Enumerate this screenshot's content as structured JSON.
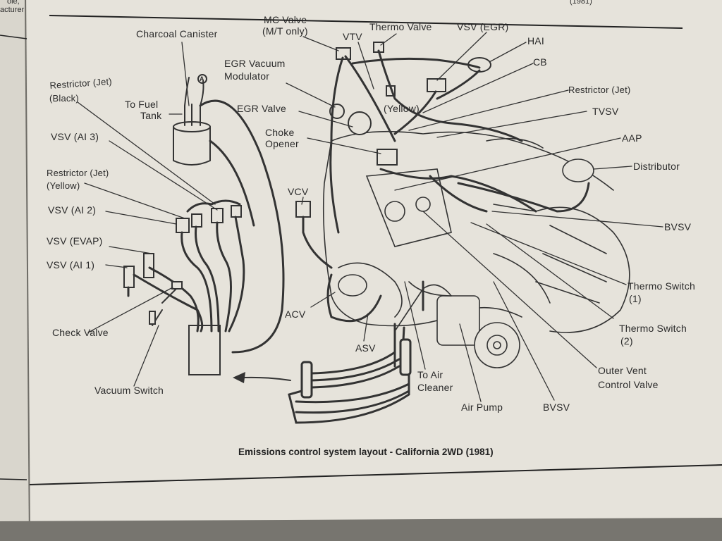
{
  "page_edge": {
    "left_text_1": "ole,",
    "left_text_2": "acturer",
    "top_right_text": "(1981)"
  },
  "caption": "Emissions control system layout - California 2WD (1981)",
  "labels": {
    "charcoal_canister": "Charcoal Canister",
    "to_fuel_tank_1": "To Fuel",
    "to_fuel_tank_2": "Tank",
    "restrictor_black_1": "Restrictor (Jet)",
    "restrictor_black_2": "(Black)",
    "vsv_ai3": "VSV (AI 3)",
    "restrictor_yellow_1": "Restrictor (Jet)",
    "restrictor_yellow_2": "(Yellow)",
    "vsv_ai2": "VSV (AI 2)",
    "vsv_evap": "VSV (EVAP)",
    "vsv_ai1": "VSV (AI 1)",
    "check_valve": "Check Valve",
    "vacuum_switch": "Vacuum Switch",
    "mc_valve_1": "MC Valve",
    "mc_valve_2": "(M/T only)",
    "vtv": "VTV",
    "thermo_valve": "Thermo Valve",
    "vsv_egr": "VSV (EGR)",
    "hai": "HAI",
    "egr_vacuum_modulator_1": "EGR Vacuum",
    "egr_vacuum_modulator_2": "Modulator",
    "cb": "CB",
    "egr_valve": "EGR Valve",
    "yellow": "(Yellow)",
    "restrictor_jet": "Restrictor (Jet)",
    "tvsv": "TVSV",
    "choke_opener_1": "Choke",
    "choke_opener_2": "Opener",
    "aap": "AAP",
    "distributor": "Distributor",
    "vcv": "VCV",
    "bvsv_right": "BVSV",
    "thermo_switch_1a": "Thermo Switch",
    "thermo_switch_1b": "(1)",
    "thermo_switch_2a": "Thermo Switch",
    "thermo_switch_2b": "(2)",
    "acv": "ACV",
    "asv": "ASV",
    "to_air_cleaner_1": "To Air",
    "to_air_cleaner_2": "Cleaner",
    "air_pump": "Air Pump",
    "bvsv_bottom": "BVSV",
    "outer_vent_1": "Outer Vent",
    "outer_vent_2": "Control Valve",
    "marker_a": "A"
  },
  "colors": {
    "page": "#e4e1d9",
    "ink": "#2a2a2a",
    "background": "#8d8b86"
  }
}
